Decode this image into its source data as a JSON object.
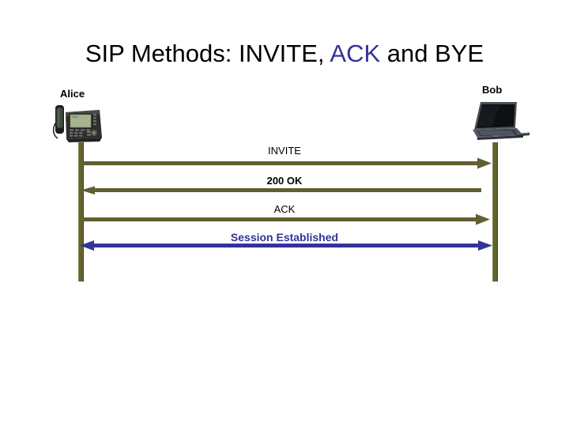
{
  "slide": {
    "title_part1": "SIP Methods: INVITE, ",
    "title_accent": "ACK",
    "title_part2": " and BYE",
    "title_full": "SIP Methods: INVITE, ACK and BYE",
    "background_color": "#FFFFFF"
  },
  "colors": {
    "accent_blue": "#333399",
    "lifeline_olive": "#63632F",
    "arrow_olive": "#5F5F31",
    "session_arrow_blue": "#333399",
    "text_black": "#000000"
  },
  "actors": [
    {
      "id": "alice",
      "label": "Alice",
      "device_icon": "ip-desk-phone-icon",
      "side": "left"
    },
    {
      "id": "bob",
      "label": "Bob",
      "device_icon": "laptop-icon",
      "side": "right"
    }
  ],
  "messages": [
    {
      "label": "INVITE",
      "direction": "right",
      "style": "single-arrow",
      "color": "#5F5F31",
      "from": "alice",
      "to": "bob"
    },
    {
      "label": "200 OK",
      "direction": "left",
      "style": "single-arrow",
      "color": "#5F5F31",
      "from": "bob",
      "to": "alice"
    },
    {
      "label": "ACK",
      "direction": "right",
      "style": "single-arrow",
      "color": "#5F5F31",
      "from": "alice",
      "to": "bob"
    },
    {
      "label": "Session Established",
      "direction": "both",
      "style": "double-arrow",
      "color": "#333399",
      "from": "alice",
      "to": "bob"
    }
  ]
}
